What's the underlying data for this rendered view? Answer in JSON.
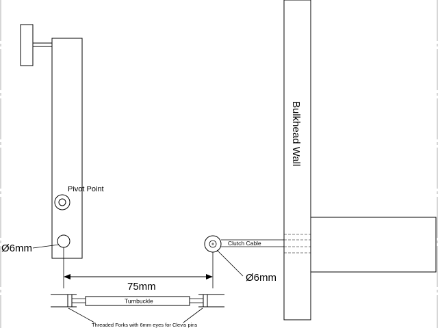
{
  "labels": {
    "pivot_point": "Pivot Point",
    "hole_left": "Ø6mm",
    "hole_right": "Ø6mm",
    "dimension": "75mm",
    "turnbuckle": "Turnbuckle",
    "clutch_cable": "Clutch Cable",
    "bulkhead_wall": "Bulkhead Wall",
    "forks_note": "Threaded Forks with 6mm eyes for Clevis pins"
  }
}
